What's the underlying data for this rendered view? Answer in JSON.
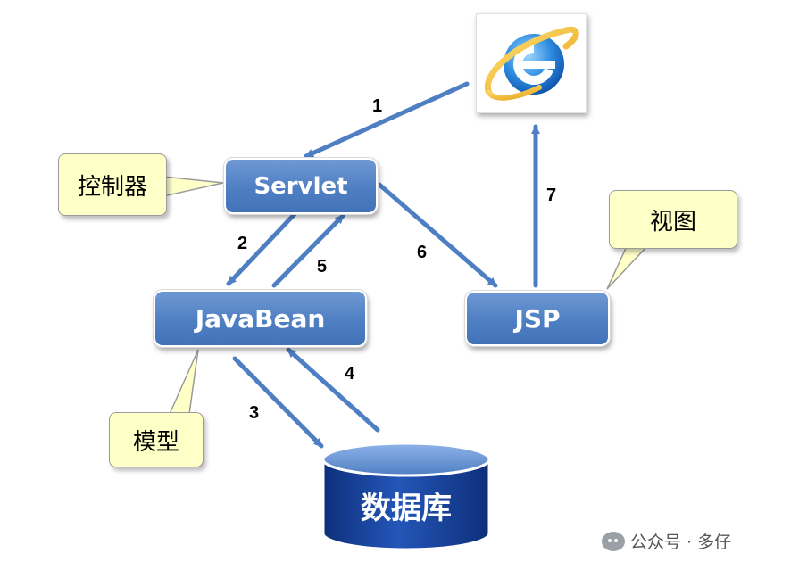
{
  "nodes": {
    "servlet": "Servlet",
    "javabean": "JavaBean",
    "jsp": "JSP",
    "database": "数据库"
  },
  "callouts": {
    "controller": "控制器",
    "view": "视图",
    "model": "模型"
  },
  "steps": [
    "1",
    "2",
    "3",
    "4",
    "5",
    "6",
    "7"
  ],
  "browser_icon": "internet-explorer-icon",
  "colors": {
    "node_fill": "#4f7fc3",
    "arrow": "#4f7fc3",
    "callout_fill": "#ffffc8",
    "database_fill": "#1e4fa8"
  },
  "watermark": {
    "text": "公众号 · 多仔",
    "icon": "wechat-icon"
  }
}
